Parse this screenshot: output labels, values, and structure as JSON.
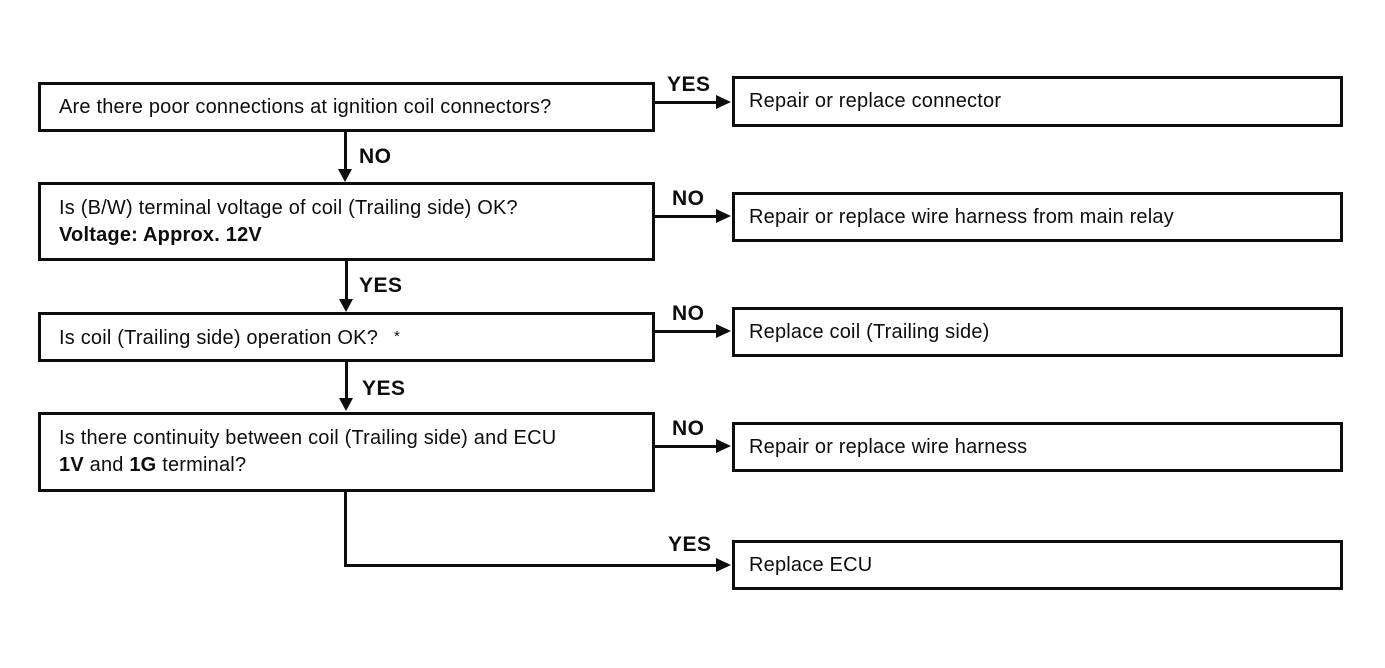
{
  "diagram": {
    "type": "troubleshooting-flowchart",
    "topic": "Ignition coil (Trailing side) diagnosis",
    "questions": [
      {
        "text": "Are there poor connections at ignition coil connectors?"
      },
      {
        "text": "Is (B/W) terminal voltage of coil (Trailing side) OK?",
        "bold_line": "Voltage: Approx. 12V"
      },
      {
        "text": "Is coil (Trailing side) operation OK?",
        "footnote_mark": "*"
      },
      {
        "text": "Is there continuity between coil (Trailing side) and ECU",
        "line2_bold1": "1V",
        "line2_mid": " and ",
        "line2_bold2": "1G",
        "line2_end": " terminal?"
      }
    ],
    "actions": [
      {
        "text": "Repair or replace connector"
      },
      {
        "text": "Repair or replace wire harness from main relay"
      },
      {
        "text": "Replace coil (Trailing side)"
      },
      {
        "text": "Repair or replace wire harness"
      },
      {
        "text": "Replace ECU"
      }
    ],
    "branch_labels": {
      "q1_side": "YES",
      "q1_down": "NO",
      "q2_side": "NO",
      "q2_down": "YES",
      "q3_side": "NO",
      "q3_down": "YES",
      "q4_side": "NO",
      "q4_final": "YES"
    },
    "colors": {
      "ink": "#0d0d0d",
      "paper": "#ffffff"
    }
  }
}
